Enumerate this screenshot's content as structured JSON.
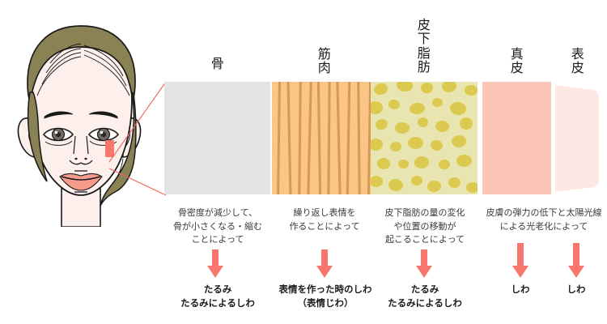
{
  "diagram": {
    "figure": {
      "subject": "female-face-front-view",
      "hair_color": "#8a8255",
      "skin_color": "#fdf0ec",
      "lip_color": "#f79b8c",
      "marker_color": "#f8766b",
      "outline_color": "#1a1a1a",
      "leader_line_color": "#f0655e"
    },
    "accent_color": "#f8766b",
    "layers": [
      {
        "id": "bone",
        "title": "骨",
        "swatch_color": "#e4e4e4",
        "swatch_pattern": "solid",
        "cause": "骨密度が減少して、\n骨が小さくなる・縮む\nことによって",
        "arrow": "down-arrow-icon",
        "result": "たるみ\nたるみによるしわ"
      },
      {
        "id": "muscle",
        "title": "筋\n肉",
        "swatch_color": "#fac586",
        "swatch_pattern": "vertical-fibers",
        "swatch_pattern_color": "#d49a55",
        "cause": "繰り返し表情を\n作ることによって",
        "arrow": "down-arrow-icon",
        "result": "表情を作った時のしわ\n（表情じわ）"
      },
      {
        "id": "subcutaneous-fat",
        "title": "皮\n下\n脂\n肪",
        "swatch_color": "#e9e5b1",
        "swatch_pattern": "globules",
        "swatch_pattern_color": "#dcc94f",
        "cause": "皮下脂肪の量の変化\nや位置の移動が\n起こることによって",
        "arrow": "down-arrow-icon",
        "result": "たるみ\nたるみによるしわ"
      },
      {
        "id": "dermis",
        "title": "真\n皮",
        "swatch_color": "#fbc5b8",
        "swatch_pattern": "solid",
        "cause": "皮膚の弾力の低下と太陽光線\nによる光老化によって",
        "arrow": "down-arrow-icon",
        "result": "しわ"
      },
      {
        "id": "epidermis",
        "title": "表\n皮",
        "swatch_color": "#fce9e4",
        "swatch_pattern": "solid",
        "cause": "",
        "arrow": "down-arrow-icon",
        "result": "しわ"
      }
    ]
  }
}
